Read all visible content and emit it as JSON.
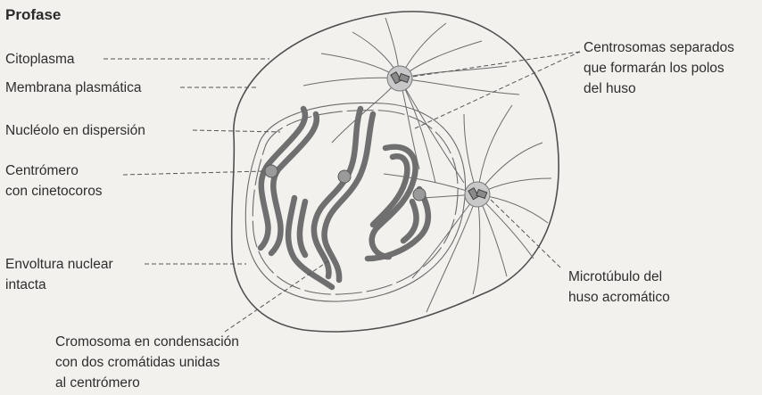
{
  "title": "Profase",
  "labels": {
    "citoplasma": "Citoplasma",
    "membrana": "Membrana plasmática",
    "nucleolo": "Nucléolo en dispersión",
    "centromero": [
      "Centrómero",
      "con cinetocoros"
    ],
    "envoltura": [
      "Envoltura nuclear",
      "intacta"
    ],
    "cromosoma": [
      "Cromosoma en condensación",
      "con dos cromátidas unidas",
      "al centrómero"
    ],
    "centrosomas": [
      "Centrosomas separados",
      "que formarán los polos",
      "del huso"
    ],
    "microtubulo": [
      "Microtúbulo del",
      "huso acromático"
    ]
  },
  "colors": {
    "background": "#f3f1ee",
    "outline": "#555555",
    "chromosome": "#6f6f6f",
    "centromere": "#9a9a9a",
    "centrosome_halo": "#c8c8c8"
  }
}
